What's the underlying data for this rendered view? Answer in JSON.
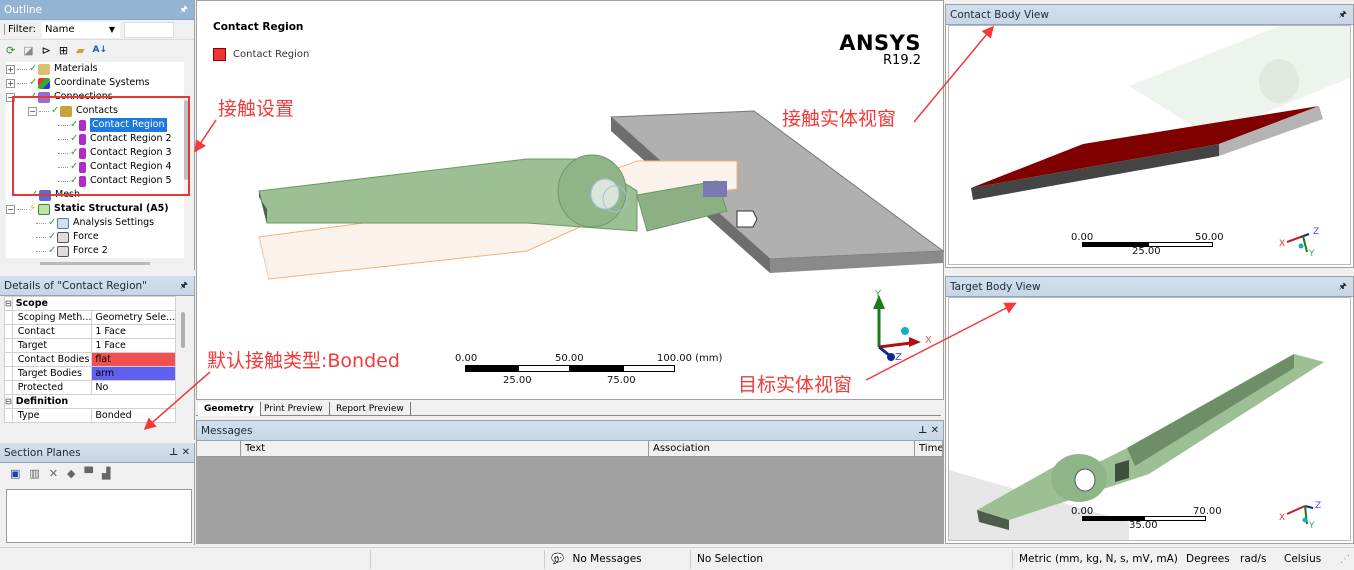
{
  "outline": {
    "title": "Outline",
    "filter_label": "Filter:",
    "filter_value": "Name",
    "tree": [
      {
        "label": "Materials",
        "level": 0,
        "expander": "+"
      },
      {
        "label": "Coordinate Systems",
        "level": 0,
        "expander": "+"
      },
      {
        "label": "Connections",
        "level": 0,
        "expander": "−"
      },
      {
        "label": "Contacts",
        "level": 1,
        "expander": "−"
      },
      {
        "label": "Contact Region",
        "level": 2,
        "selected": true
      },
      {
        "label": "Contact Region 2",
        "level": 2
      },
      {
        "label": "Contact Region 3",
        "level": 2
      },
      {
        "label": "Contact Region 4",
        "level": 2
      },
      {
        "label": "Contact Region 5",
        "level": 2
      },
      {
        "label": "Mesh",
        "level": 0
      },
      {
        "label": "Static Structural (A5)",
        "level": 0,
        "expander": "−",
        "bold": true
      },
      {
        "label": "Analysis Settings",
        "level": 1
      },
      {
        "label": "Force",
        "level": 1
      },
      {
        "label": "Force 2",
        "level": 1
      }
    ]
  },
  "details": {
    "title": "Details of \"Contact Region\"",
    "groups": [
      {
        "name": "Scope",
        "rows": [
          {
            "key": "Scoping Meth...",
            "value": "Geometry Sele..."
          },
          {
            "key": "Contact",
            "value": "1 Face"
          },
          {
            "key": "Target",
            "value": "1 Face"
          },
          {
            "key": "Contact Bodies",
            "value": "flat",
            "color": "#f05050"
          },
          {
            "key": "Target Bodies",
            "value": "arm",
            "color": "#6060f0"
          },
          {
            "key": "Protected",
            "value": "No"
          }
        ]
      },
      {
        "name": "Definition",
        "rows": [
          {
            "key": "Type",
            "value": "Bonded"
          }
        ]
      }
    ]
  },
  "section_planes": {
    "title": "Section Planes"
  },
  "geometry": {
    "title": "Contact Region",
    "legend_label": "Contact Region",
    "legend_color": "#ee3333",
    "brand": "ANSYS",
    "version": "R19.2",
    "scale_top": [
      "0.00",
      "50.00",
      "100.00 (mm)"
    ],
    "scale_bottom": [
      "25.00",
      "75.00"
    ],
    "tabs": [
      "Geometry",
      "Print Preview",
      "Report Preview"
    ]
  },
  "messages": {
    "title": "Messages",
    "columns": [
      "",
      "Text",
      "Association",
      "Time"
    ]
  },
  "contact_body_view": {
    "title": "Contact Body View",
    "scale_top": [
      "0.00",
      "50.00"
    ],
    "scale_bottom": "25.00"
  },
  "target_body_view": {
    "title": "Target Body View",
    "scale_top": [
      "0.00",
      "70.00"
    ],
    "scale_bottom": "35.00"
  },
  "status_bar": {
    "messages_count": "0",
    "messages": "No Messages",
    "selection": "No Selection",
    "units": "Metric (mm, kg, N, s, mV, mA)",
    "angle": "Degrees",
    "rotation": "rad/s",
    "temperature": "Celsius"
  },
  "annotations": {
    "contact_settings": "接触设置",
    "default_type": "默认接触类型:Bonded",
    "contact_body_window": "接触实体视窗",
    "target_body_window": "目标实体视窗"
  }
}
